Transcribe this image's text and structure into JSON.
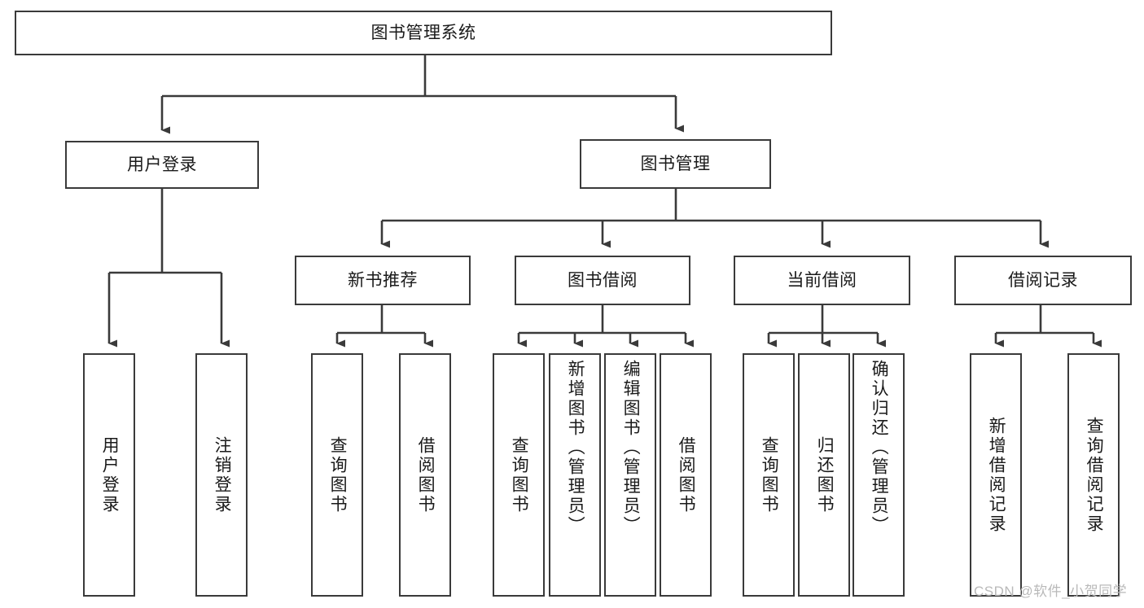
{
  "diagram": {
    "type": "tree-hierarchy",
    "title": "图书管理系统",
    "watermark": "CSDN @软件_小贺同学",
    "colors": {
      "stroke": "#3a3a3a",
      "background": "#ffffff",
      "text": "#1a1a1a",
      "watermark": "#b9b9b9"
    },
    "root": {
      "label": "图书管理系统"
    },
    "level2": [
      {
        "label": "用户登录"
      },
      {
        "label": "图书管理"
      }
    ],
    "level3": [
      {
        "label": "新书推荐"
      },
      {
        "label": "图书借阅"
      },
      {
        "label": "当前借阅"
      },
      {
        "label": "借阅记录"
      }
    ],
    "leaves": {
      "user_login": [
        {
          "label": "用户登录"
        },
        {
          "label": "注销登录"
        }
      ],
      "new_book_recommend": [
        {
          "label": "查询图书"
        },
        {
          "label": "借阅图书"
        }
      ],
      "book_borrow": [
        {
          "label": "查询图书"
        },
        {
          "label": "新增图书（管理员）"
        },
        {
          "label": "编辑图书（管理员）"
        },
        {
          "label": "借阅图书"
        }
      ],
      "current_borrow": [
        {
          "label": "查询图书"
        },
        {
          "label": "归还图书"
        },
        {
          "label": "确认归还（管理员）"
        }
      ],
      "borrow_record": [
        {
          "label": "新增借阅记录"
        },
        {
          "label": "查询借阅记录"
        }
      ]
    }
  }
}
